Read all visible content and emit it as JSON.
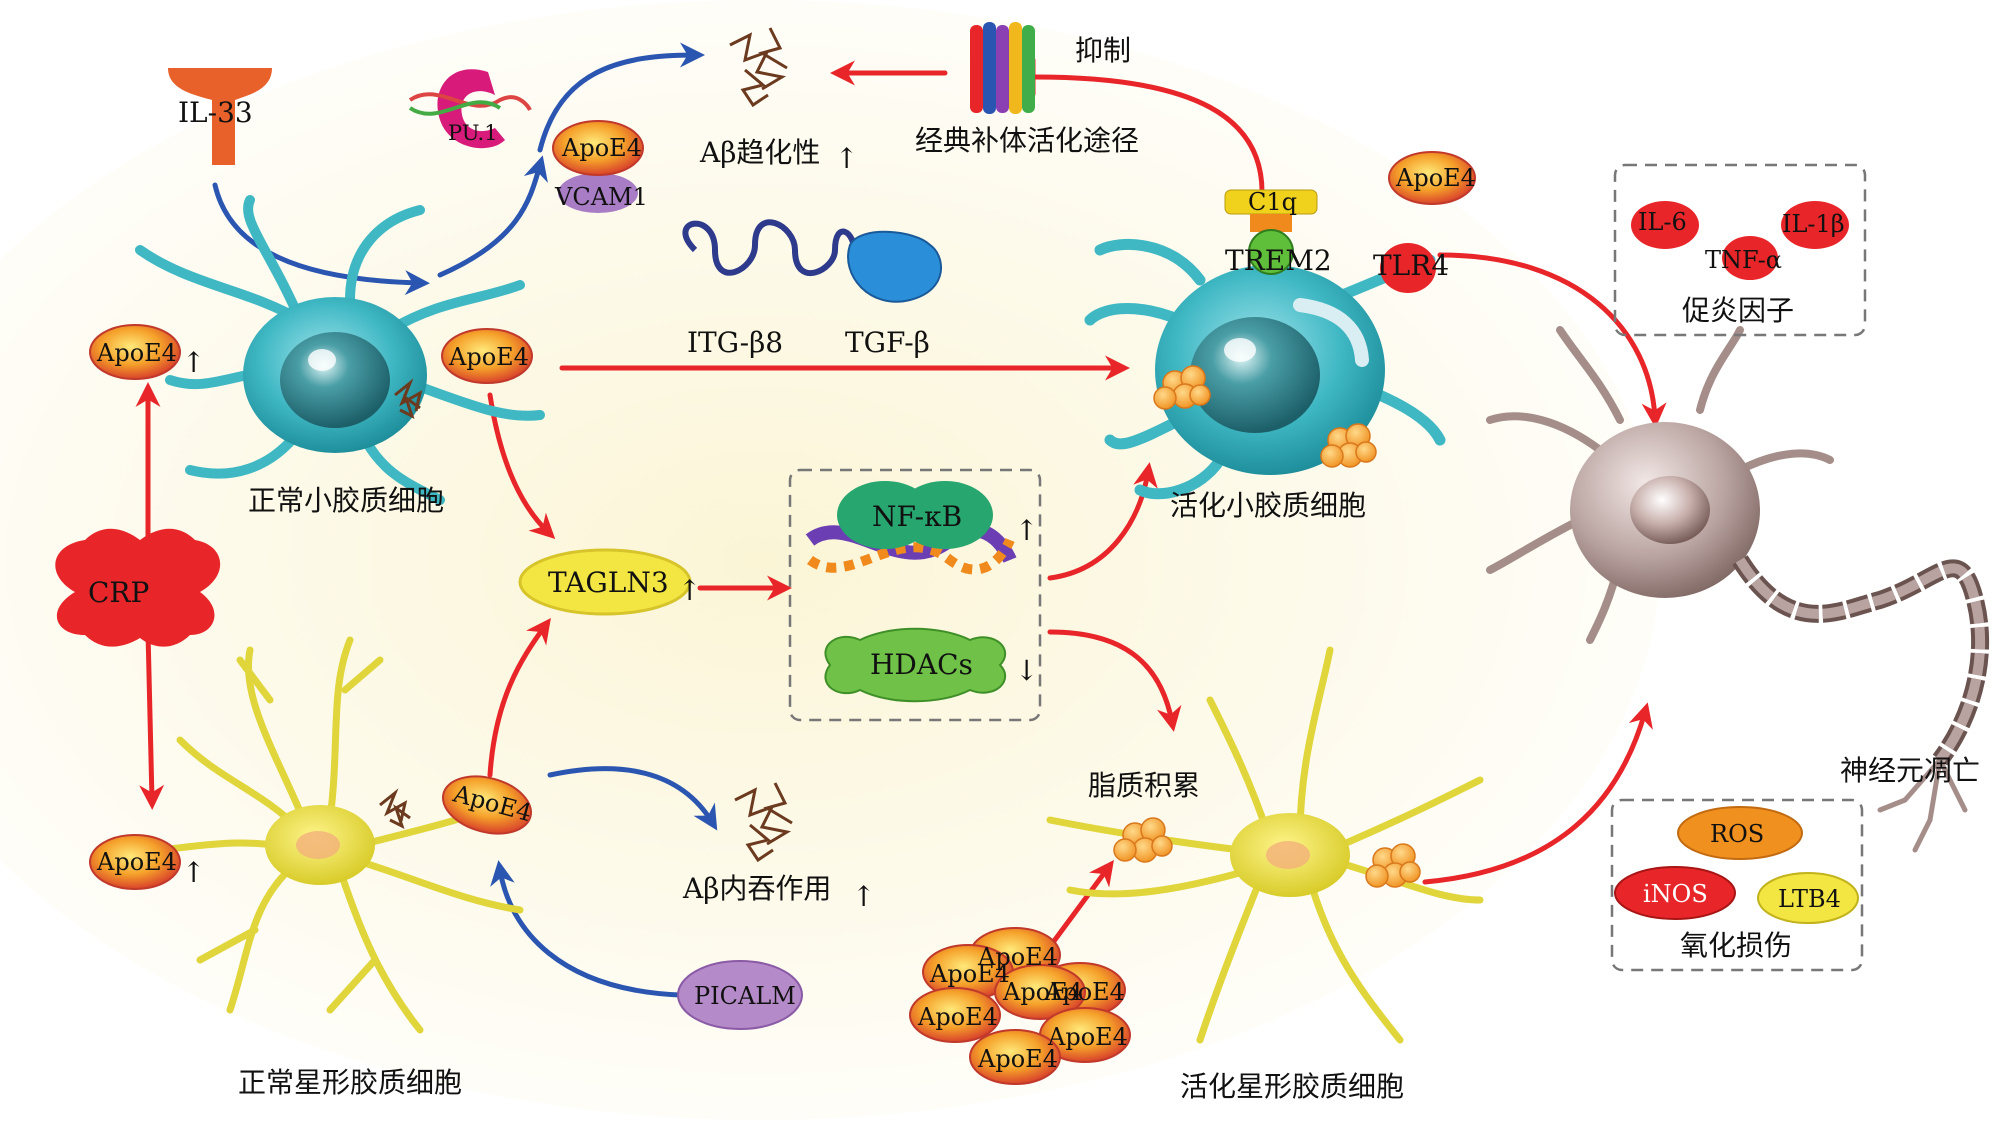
{
  "labels": {
    "il33": "IL-33",
    "pu1": "PU.1",
    "apoe4": "ApoE4",
    "vcam1": "VCAM1",
    "abeta_chemotaxis": "Aβ趋化性",
    "classical_complement": "经典补体活化途径",
    "inhibit": "抑制",
    "c1q": "C1q",
    "trem2": "TREM2",
    "tlr4": "TLR4",
    "itgb8": "ITG-β8",
    "tgfb": "TGF-β",
    "normal_microglia": "正常小胶质细胞",
    "activated_microglia": "活化小胶质细胞",
    "crp": "CRP",
    "tagln3": "TAGLN3",
    "nfkb": "NF-κB",
    "hdacs": "HDACs",
    "lipid_accumulation": "脂质积累",
    "abeta_endocytosis": "Aβ内吞作用",
    "picalm": "PICALM",
    "normal_astrocyte": "正常星形胶质细胞",
    "activated_astrocyte": "活化星形胶质细胞",
    "il6": "IL-6",
    "il1b": "IL-1β",
    "tnfa": "TNF-α",
    "proinflammatory": "促炎因子",
    "ros": "ROS",
    "inos": "iNOS",
    "ltb4": "LTB4",
    "oxidative_damage": "氧化损伤",
    "neuron_apoptosis": "神经元凋亡",
    "up_arrow": "↑",
    "down_arrow": "↓"
  },
  "colors": {
    "activation_arrow": "#e8262a",
    "regulation_arrow": "#2a55b0",
    "microglia": "#3fb8c4",
    "astrocyte": "#e6de46",
    "neuron": "#b9a3a0",
    "apoe4_fill": "#f19a2c",
    "background_glow": "#fbf6dc"
  }
}
